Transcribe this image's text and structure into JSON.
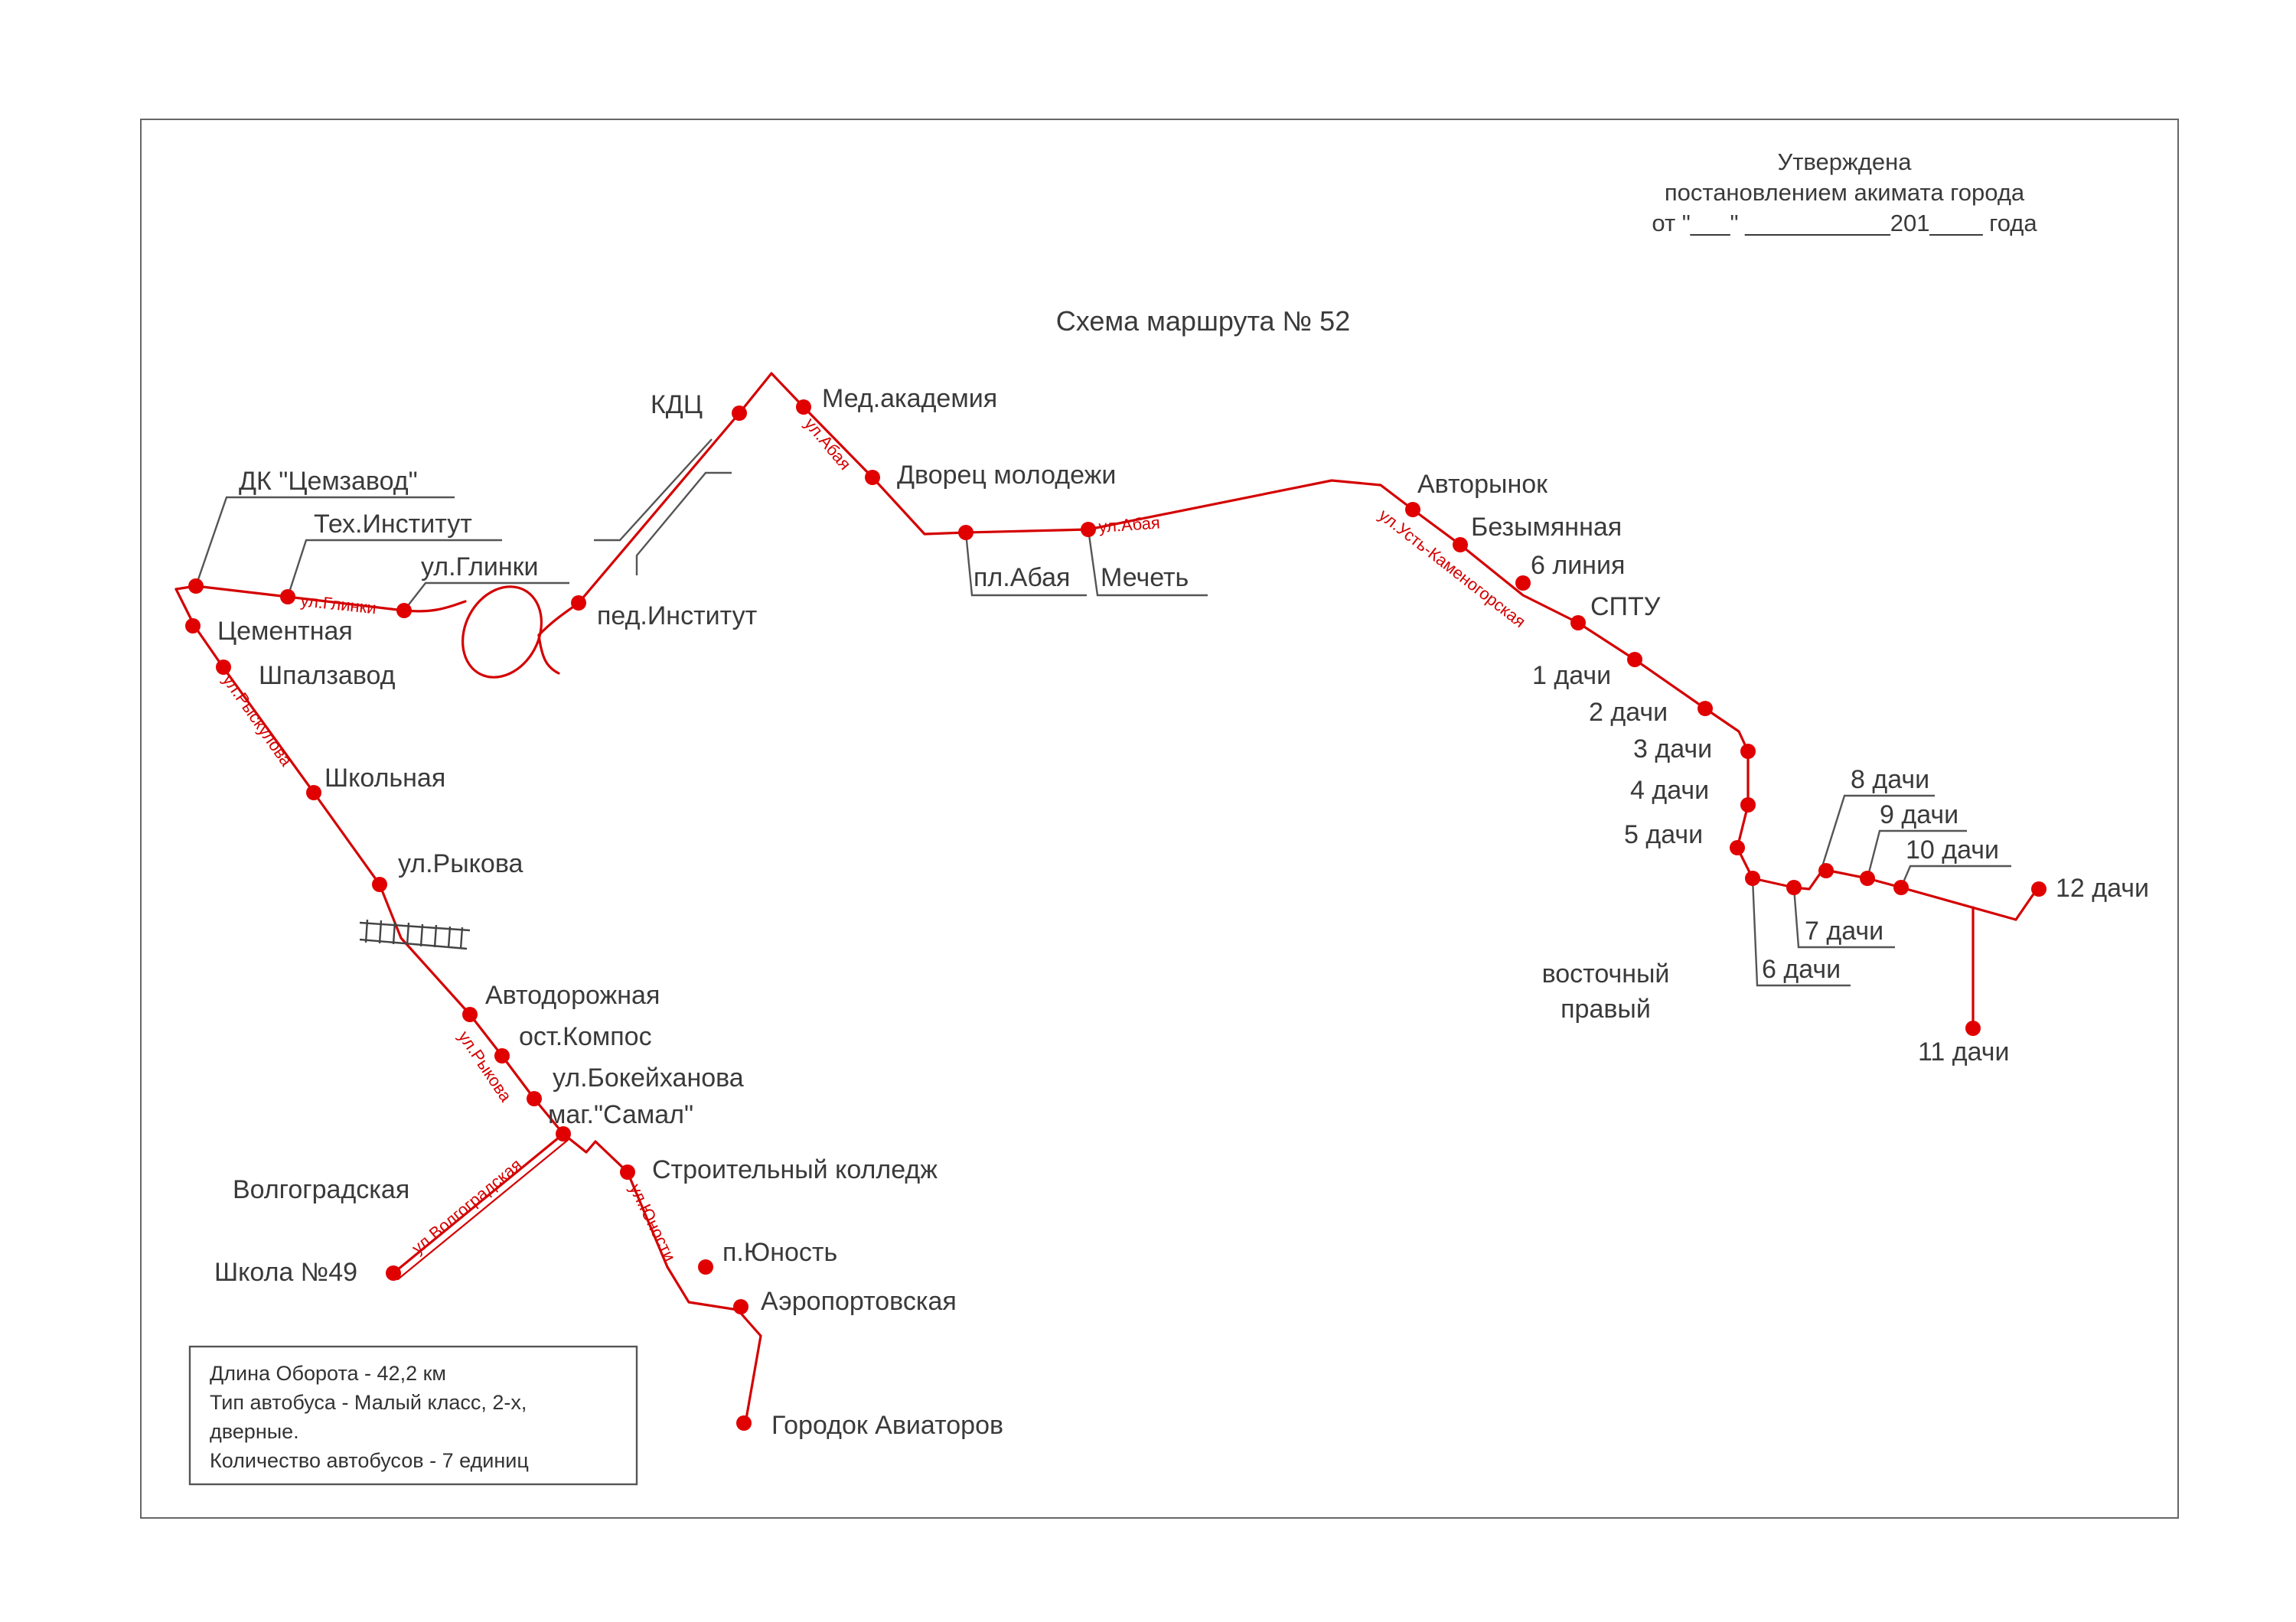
{
  "approval": {
    "line1": "Утверждена",
    "line2": "постановлением акимата города",
    "line3": "от  \"___\" ___________201____ года"
  },
  "title": "Схема маршрута № 52",
  "stops": {
    "kdc": "КДЦ",
    "med_academy": "Мед.академия",
    "palace_youth": "Дворец молодежи",
    "pl_abaya": "пл.Абая",
    "mosque": "Мечеть",
    "avtorynok": "Авторынок",
    "bezymyannaya": "Безымянная",
    "liniya6": "6 линия",
    "sptu": "СПТУ",
    "dachi1": "1 дачи",
    "dachi2": "2 дачи",
    "dachi3": "3 дачи",
    "dachi4": "4 дачи",
    "dachi5": "5 дачи",
    "dachi6": "6 дачи",
    "dachi7": "7 дачи",
    "dachi8": "8 дачи",
    "dachi9": "9 дачи",
    "dachi10": "10 дачи",
    "dachi11": "11 дачи",
    "dachi12": "12 дачи",
    "dk_cemzavod": "ДК \"Цемзавод\"",
    "tech_institute": "Тех.Институт",
    "ul_glinki": "ул.Глинки",
    "ped_institute": "пед.Институт",
    "cementnaya": "Цементная",
    "shpalzavod": "Шпалзавод",
    "shkolnaya": "Школьная",
    "ul_rykova": "ул.Рыкова",
    "avtodorozhnaya": "Автодорожная",
    "ost_kompos": "ост.Компос",
    "ul_bokeikhanova": "ул.Бокейханова",
    "mag_samal": "маг.\"Самал\"",
    "volgogradskaya": "Волгоградская",
    "school49": "Школа №49",
    "stroit_college": "Строительный колледж",
    "p_yunost": "п.Юность",
    "aeroportovskaya": "Аэропортовская",
    "gorodok_aviatorov": "Городок Авиаторов"
  },
  "streets": {
    "abaya1": "ул.Абая",
    "abaya2": "ул.Абая",
    "glinki": "ул.Глинки",
    "rykulova": "ул.Рыскулова",
    "rykova": "ул.Рыкова",
    "volgogradskaya": "ул.Волгоградская",
    "yunosti": "ул.Юности",
    "ust_kamenogorskaya": "ул.Усть-Каменогорская"
  },
  "area": {
    "line1": "восточный",
    "line2": "правый"
  },
  "info": {
    "line1": "Длина Оборота - 42,2 км",
    "line2": "Тип автобуса - Малый класс, 2-х,",
    "line3": "дверные.",
    "line4": "Количество автобусов - 7 единиц"
  },
  "colors": {
    "route": "#d40000",
    "stop": "#e00000",
    "text": "#3a3a3a"
  }
}
